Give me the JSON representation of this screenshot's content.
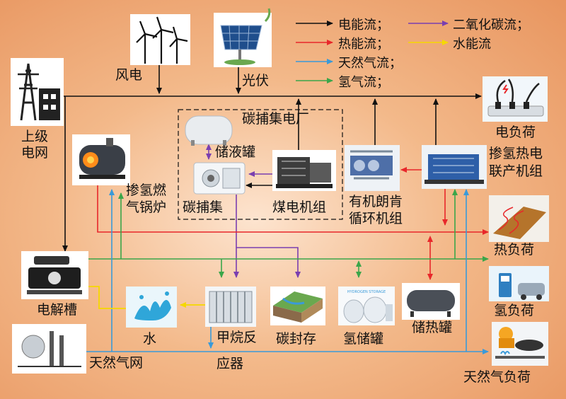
{
  "colors": {
    "electric": "#111111",
    "heat": "#e8272a",
    "gas": "#3a9ad9",
    "hydrogen": "#3aa64a",
    "co2": "#7a3fb0",
    "water": "#f5d800",
    "background_center": "#fde4cf",
    "background_edge": "#e8955f"
  },
  "legend": {
    "electric": "电能流；",
    "co2": "二氧化碳流；",
    "heat": "热能流；",
    "water": "水能流",
    "gas": "天然气流；",
    "hydrogen": "氢气流；"
  },
  "nodes": {
    "grid_upper": {
      "line1": "上级",
      "line2": "电网",
      "icon": "power-tower-icon"
    },
    "wind": {
      "label": "风电",
      "icon": "wind-turbine-icon"
    },
    "solar": {
      "label": "光伏",
      "icon": "solar-panel-icon"
    },
    "carbon_plant": {
      "label": "碳捕集电厂"
    },
    "liquid_tank": {
      "label": "储液罐",
      "icon": "liquid-tank-icon"
    },
    "carbon_capture": {
      "label": "碳捕集",
      "icon": "capture-unit-icon"
    },
    "coal_unit": {
      "label": "煤电机组",
      "icon": "coal-generator-icon"
    },
    "orc": {
      "line1": "有机朗肯",
      "line2": "循环机组",
      "icon": "orc-unit-icon"
    },
    "chp": {
      "line1": "掺氢热电",
      "line2": "联产机组",
      "icon": "chp-unit-icon"
    },
    "elec_load": {
      "label": "电负荷",
      "icon": "power-strip-icon"
    },
    "boiler": {
      "line1": "掺氢燃",
      "line2": "气锅炉",
      "icon": "boiler-icon"
    },
    "heat_load": {
      "label": "热负荷",
      "icon": "floor-heating-icon"
    },
    "electrolyzer": {
      "label": "电解槽",
      "icon": "electrolyzer-icon"
    },
    "water": {
      "label": "水",
      "icon": "water-splash-icon"
    },
    "methanation": {
      "line1": "甲烷反",
      "line2": "应器",
      "icon": "reactor-icon"
    },
    "carbon_storage": {
      "label": "碳封存",
      "icon": "geology-icon"
    },
    "h2_tank": {
      "label": "氢储罐",
      "icon": "hydrogen-tank-icon",
      "caption": "HYDROGEN STORAGE"
    },
    "heat_storage": {
      "label": "储热罐",
      "icon": "heat-tank-icon"
    },
    "h2_load": {
      "label": "氢负荷",
      "icon": "hydrogen-station-icon"
    },
    "gas_grid": {
      "label": "天然气网",
      "icon": "gas-plant-icon"
    },
    "gas_load": {
      "label": "天然气负荷",
      "icon": "gas-stove-icon"
    }
  }
}
